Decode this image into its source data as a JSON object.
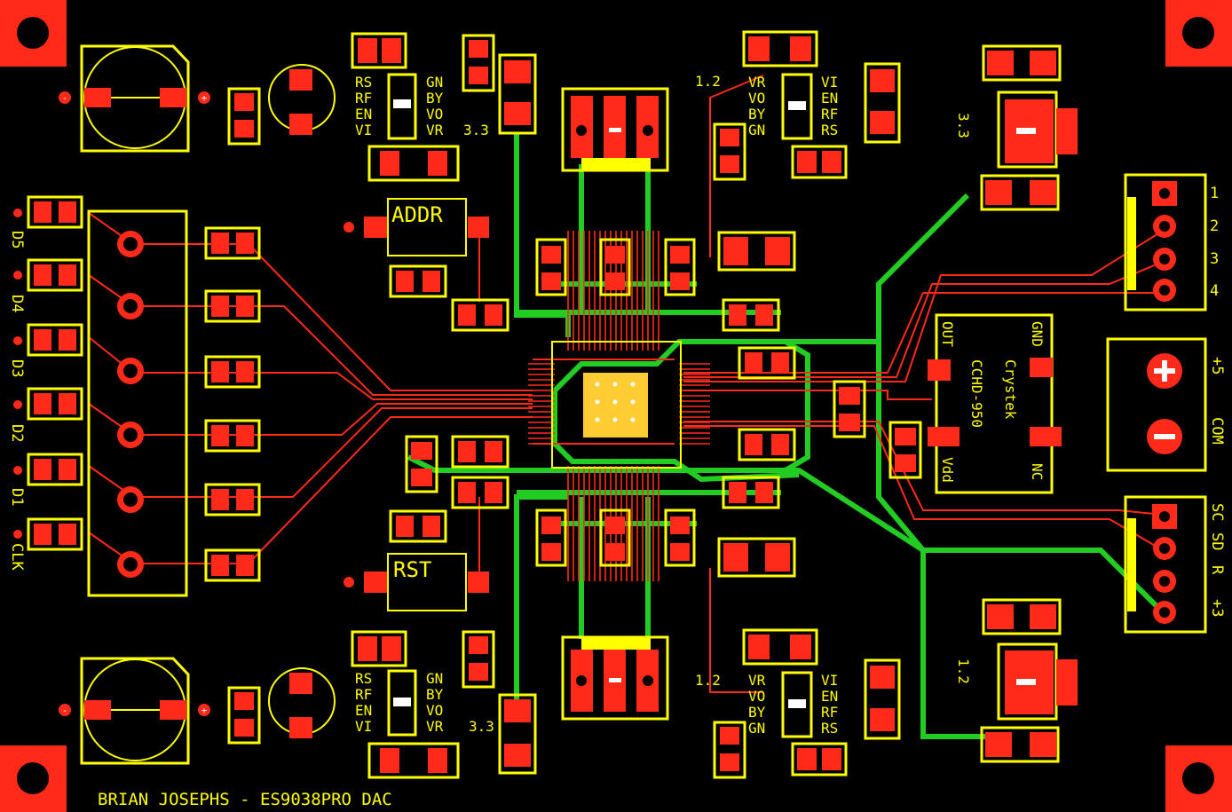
{
  "board": {
    "title": "BRIAN JOSEPHS - ES9038PRO DAC",
    "colors": {
      "background": "#000000",
      "copper_top": "#ff2a1a",
      "copper_bottom": "#22cc22",
      "silkscreen": "#ffff00",
      "pad_hole": "#000000",
      "center_pad": "#ffcc33"
    }
  },
  "labels": {
    "addr": "ADDR",
    "rst": "RST",
    "reg_tl": [
      "RS",
      "RF",
      "EN",
      "VI"
    ],
    "reg_tl_r": [
      "GN",
      "BY",
      "VO",
      "VR"
    ],
    "v33": "3.3",
    "v12": "1.2",
    "reg_tr_l": [
      "VR",
      "VO",
      "BY",
      "GN"
    ],
    "reg_tr_r": [
      "VI",
      "EN",
      "RF",
      "RS"
    ],
    "io_left": [
      "D5",
      "D4",
      "D3",
      "D2",
      "D1",
      "CLK"
    ],
    "header_top_nums": [
      "1",
      "2",
      "3",
      "4"
    ],
    "header_power": [
      "+5",
      "COM"
    ],
    "header_bottom": [
      "SC",
      "SD",
      "R",
      "+3"
    ],
    "osc": {
      "gnd": "GND",
      "out": "OUT",
      "brand": "Crystek",
      "part": "CCHD-950",
      "vdd": "Vdd",
      "nc": "NC"
    },
    "plus": "+",
    "minus": "-"
  }
}
